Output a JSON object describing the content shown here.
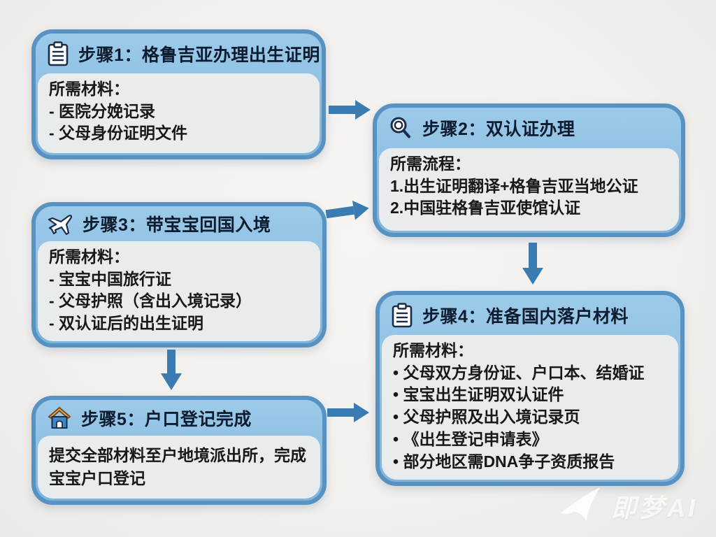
{
  "palette": {
    "box_border": "#5892c2",
    "header_fill_top": "#9ccae9",
    "header_fill_bottom": "#7fb4dd",
    "body_fill": "#e9eced",
    "arrow": "#3a7cb2",
    "title_color": "#0e1c30",
    "text_color": "#17181a",
    "background": "#f3f1ee",
    "house_roof": "#c07a33",
    "house_body": "#3f87c7",
    "icon_outline": "#1c2b4a"
  },
  "steps": [
    {
      "icon": "clipboard-icon",
      "title": "步骤1：格鲁吉亚办理出生证明",
      "lines": [
        "所需材料：",
        "- 医院分娩记录",
        "- 父母身份证明文件"
      ]
    },
    {
      "icon": "magnifier-icon",
      "title": "步骤2：双认证办理",
      "lines": [
        "所需流程：",
        "1.出生证明翻译+格鲁吉亚当地公证",
        "2.中国驻格鲁吉亚使馆认证"
      ]
    },
    {
      "icon": "airplane-icon",
      "title": "步骤3：带宝宝回国入境",
      "lines": [
        "所需材料：",
        "- 宝宝中国旅行证",
        "- 父母护照（含出入境记录）",
        "- 双认证后的出生证明"
      ]
    },
    {
      "icon": "clipboard-icon",
      "title": "步骤4：准备国内落户材料",
      "lines": [
        "所需材料：",
        "• 父母双方身份证、户口本、结婚证",
        "• 宝宝出生证明双认证件",
        "• 父母护照及出入境记录页",
        "• 《出生登记申请表》",
        "• 部分地区需DNA争子资质报告"
      ]
    },
    {
      "icon": "house-icon",
      "title": "步骤5：户口登记完成",
      "lines": [
        "提交全部材料至户地境派出所，完成宝宝户口登记"
      ]
    }
  ],
  "watermark": {
    "icon": "paper-plane-logo",
    "text": "即梦AI"
  }
}
